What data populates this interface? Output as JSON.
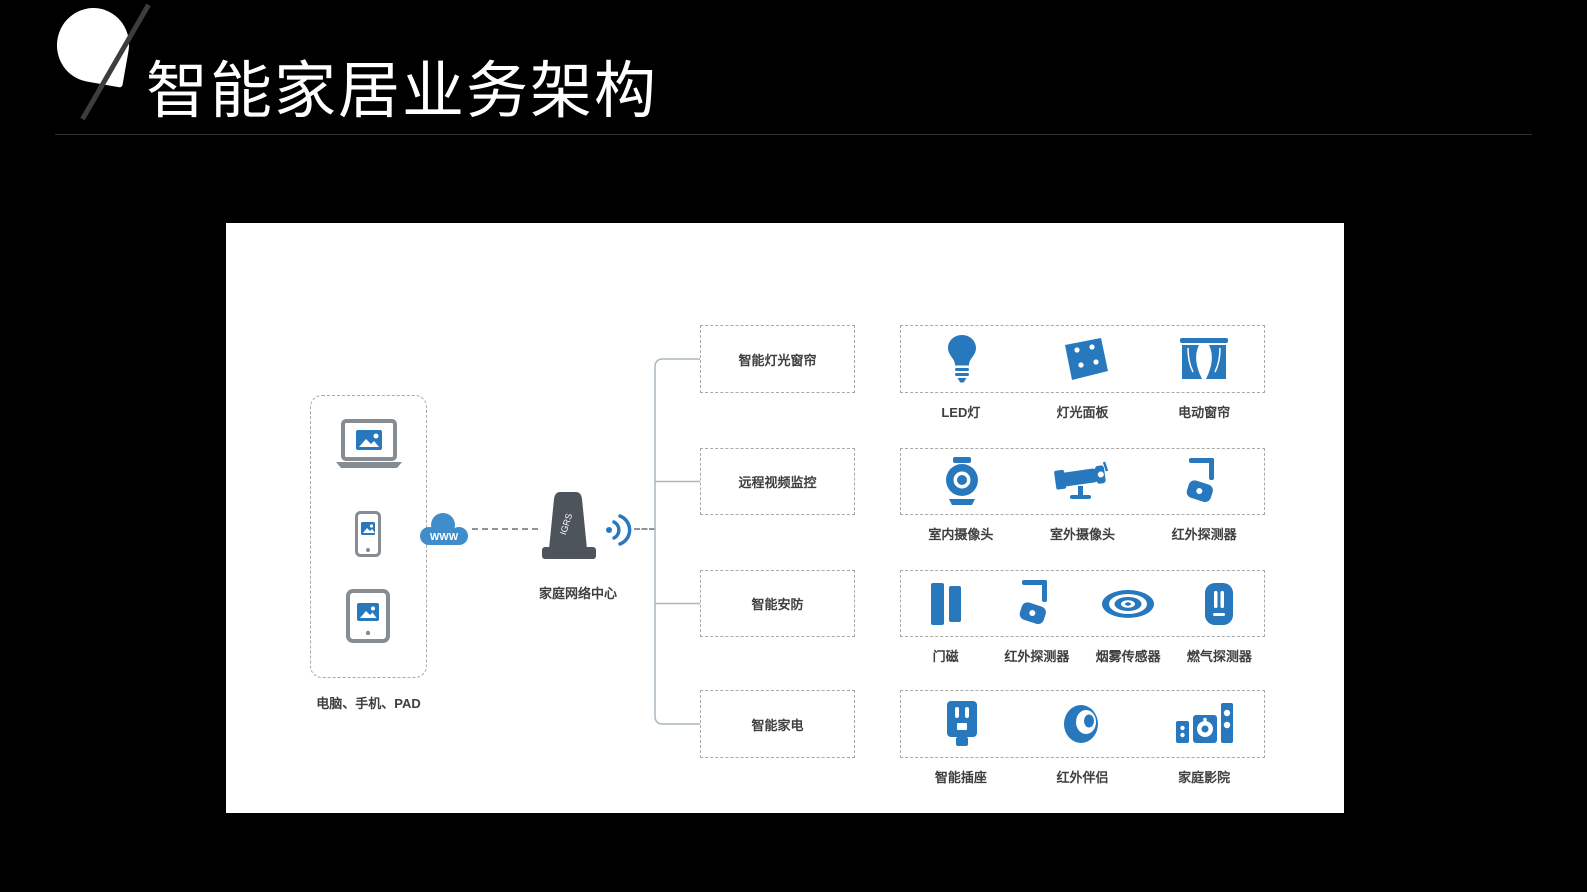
{
  "slide": {
    "title": "智能家居业务架构"
  },
  "colors": {
    "accent_blue": "#2878BE",
    "cloud_blue": "#3F8ECB",
    "device_gray": "#858C92",
    "router_dark": "#4E545C"
  },
  "diagram": {
    "clients": {
      "label": "电脑、手机、PAD",
      "devices": [
        {
          "icon": "laptop-icon"
        },
        {
          "icon": "smartphone-icon"
        },
        {
          "icon": "tablet-icon"
        }
      ]
    },
    "cloud": {
      "label": "WWW"
    },
    "hub": {
      "label": "家庭网络中心",
      "logo": "IGRS"
    },
    "rows": [
      {
        "category": "智能灯光窗帘",
        "items": [
          {
            "label": "LED灯",
            "icon": "led-bulb-icon"
          },
          {
            "label": "灯光面板",
            "icon": "light-panel-icon"
          },
          {
            "label": "电动窗帘",
            "icon": "electric-curtain-icon"
          }
        ]
      },
      {
        "category": "远程视频监控",
        "items": [
          {
            "label": "室内摄像头",
            "icon": "indoor-camera-icon"
          },
          {
            "label": "室外摄像头",
            "icon": "outdoor-camera-icon"
          },
          {
            "label": "红外探测器",
            "icon": "infrared-detector-icon"
          }
        ]
      },
      {
        "category": "智能安防",
        "items": [
          {
            "label": "门磁",
            "icon": "door-magnet-icon"
          },
          {
            "label": "红外探测器",
            "icon": "infrared-detector-icon"
          },
          {
            "label": "烟雾传感器",
            "icon": "smoke-sensor-icon"
          },
          {
            "label": "燃气探测器",
            "icon": "gas-detector-icon"
          }
        ]
      },
      {
        "category": "智能家电",
        "items": [
          {
            "label": "智能插座",
            "icon": "smart-socket-icon"
          },
          {
            "label": "红外伴侣",
            "icon": "ir-companion-icon"
          },
          {
            "label": "家庭影院",
            "icon": "home-theater-icon"
          }
        ]
      }
    ]
  }
}
